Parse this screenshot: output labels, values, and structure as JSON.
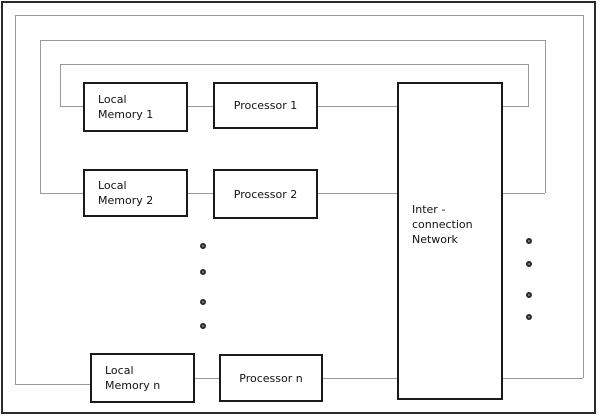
{
  "colors": {
    "box_border": "#1a1a1a",
    "outer_border": "#2a2a2a",
    "connector_line": "#999999",
    "text": "#111111"
  },
  "boxes": {
    "memory1": {
      "line1": "Local",
      "line2": "Memory 1"
    },
    "processor1": {
      "label": "Processor 1"
    },
    "memory2": {
      "line1": "Local",
      "line2": "Memory 2"
    },
    "processor2": {
      "label": "Processor 2"
    },
    "memoryn": {
      "line1": "Local",
      "line2": "Memory n"
    },
    "processorn": {
      "label": "Processor n"
    },
    "network": {
      "line1": "Inter -",
      "line2": "connection",
      "line3": "Network"
    }
  }
}
